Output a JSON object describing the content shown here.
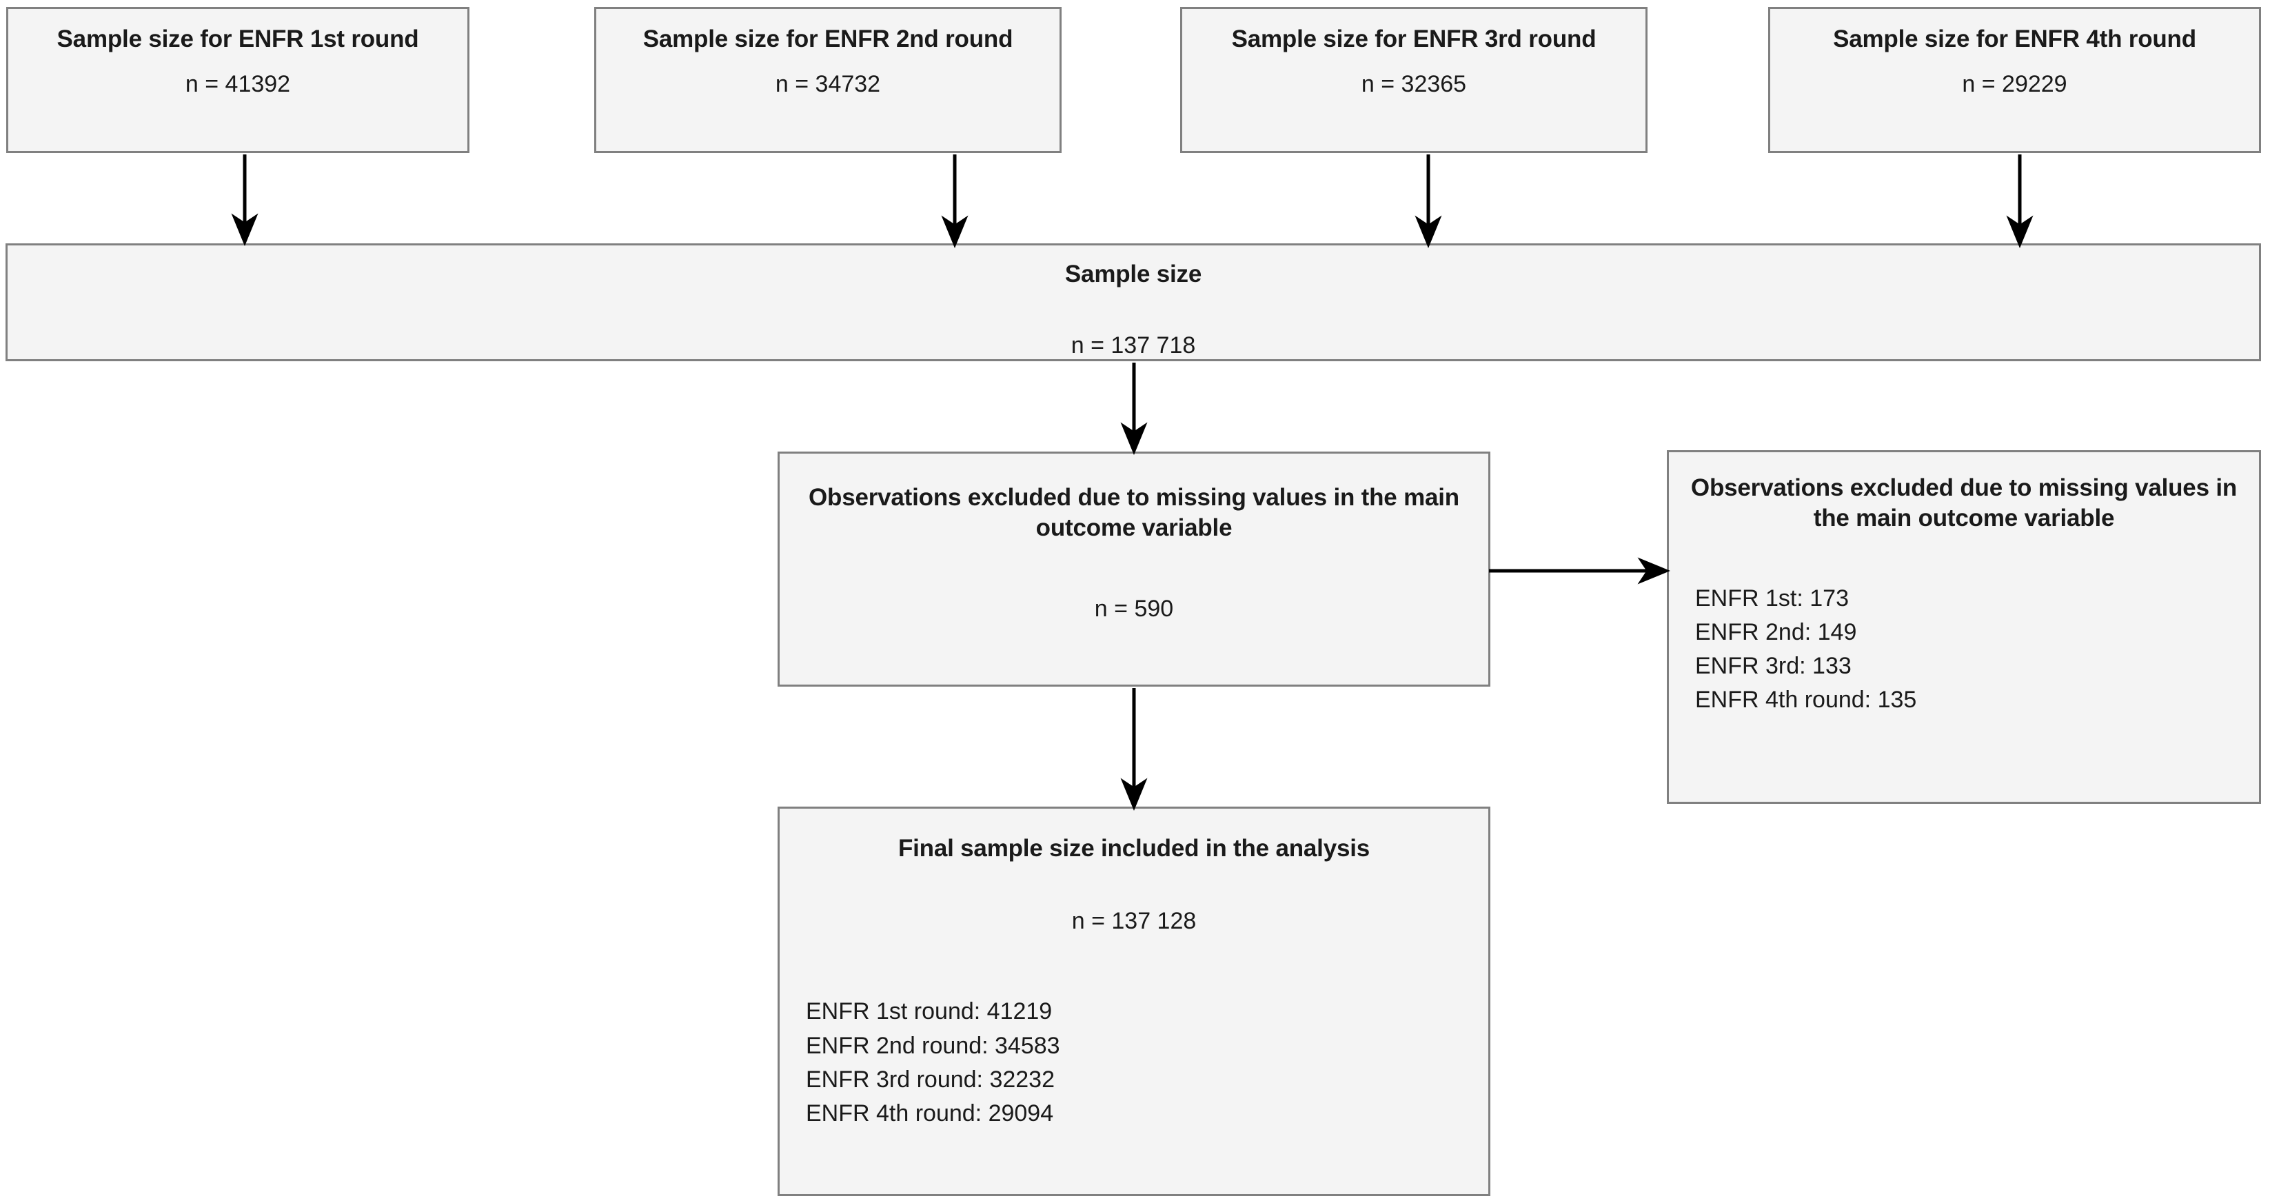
{
  "diagram": {
    "type": "flowchart",
    "top_row": [
      {
        "title": "Sample size for ENFR 1st round",
        "n": "n = 41392"
      },
      {
        "title": "Sample size for ENFR 2nd round",
        "n": "n = 34732"
      },
      {
        "title": "Sample size for ENFR 3rd round",
        "n": "n = 32365"
      },
      {
        "title": "Sample size for ENFR 4th round",
        "n": "n = 29229"
      }
    ],
    "sample_size": {
      "title": "Sample size",
      "n": "n = 137 718"
    },
    "excluded": {
      "title": "Observations excluded due to missing values in the main outcome variable",
      "n": "n = 590"
    },
    "excluded_detail": {
      "title": "Observations excluded due to missing values in the main outcome variable",
      "items": [
        "ENFR 1st: 173",
        "ENFR 2nd: 149",
        "ENFR 3rd: 133",
        "ENFR 4th round: 135"
      ]
    },
    "final": {
      "title": "Final sample size included in the analysis",
      "n": "n = 137 128",
      "items": [
        "ENFR 1st round: 41219",
        "ENFR 2nd round: 34583",
        "ENFR 3rd round: 32232",
        "ENFR 4th round: 29094"
      ]
    },
    "colors": {
      "box_fill": "#f4f4f4",
      "box_border": "#808080",
      "arrow": "#000000",
      "text": "#1a1a1a",
      "background": "#ffffff"
    }
  }
}
